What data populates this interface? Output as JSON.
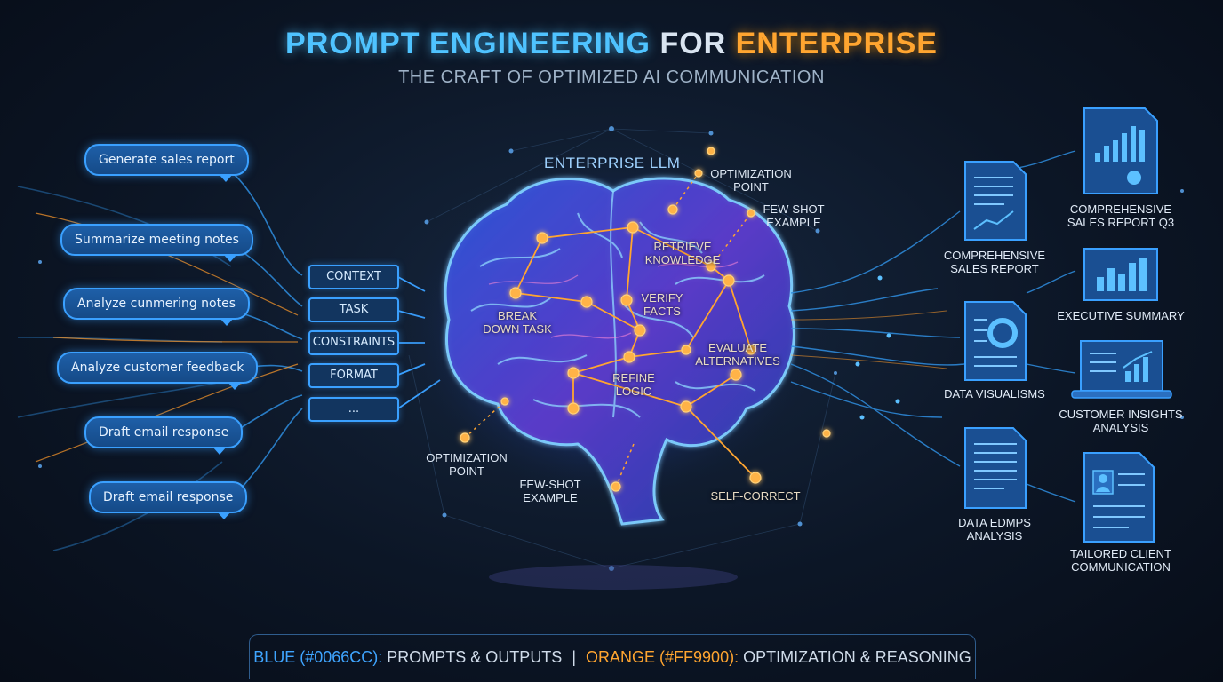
{
  "header": {
    "title_part1": "PROMPT ENGINEERING",
    "title_part2": "FOR",
    "title_part3": "ENTERPRISE",
    "subtitle": "THE CRAFT OF OPTIMIZED AI COMMUNICATION"
  },
  "prompts": [
    "Generate sales report",
    "Summarize meeting notes",
    "Analyze cunmering notes",
    "Analyze customer feedback",
    "Draft email response",
    "Draft email response"
  ],
  "prompt_structure": [
    "CONTEXT",
    "TASK",
    "CONSTRAINTS",
    "FORMAT",
    "..."
  ],
  "llm": {
    "label": "ENTERPRISE LLM",
    "reasoning_steps": {
      "break_down": "BREAK\nDOWN TASK",
      "retrieve": "RETRIEVE\nKNOWLEDGE",
      "verify": "VERIFY\nFACTS",
      "evaluate": "EVALUATE\nALTERNATIVES",
      "refine": "REFINE\nLOGIC",
      "self_correct": "SELF-CORRECT"
    },
    "optimization_labels": {
      "opt_top": "OPTIMIZATION\nPOINT",
      "fewshot_top": "FEW-SHOT\nEXAMPLE",
      "opt_bottom": "OPTIMIZATION\nPOINT",
      "fewshot_bottom": "FEW-SHOT\nEXAMPLE"
    }
  },
  "outputs": [
    {
      "label": "COMPREHENSIVE\nSALES REPORT Q3",
      "icon": "bar-chart-document-icon"
    },
    {
      "label": "COMPREHENSIVE\nSALES REPORT",
      "icon": "line-chart-document-icon"
    },
    {
      "label": "EXECUTIVE SUMMARY",
      "icon": "bar-chart-panel-icon"
    },
    {
      "label": "DATA VISUALISMS",
      "icon": "pie-chart-document-icon"
    },
    {
      "label": "CUSTOMER INSIGHTS\nANALYSIS",
      "icon": "laptop-chart-icon"
    },
    {
      "label": "DATA EDMPS\nANALYSIS",
      "icon": "text-document-icon"
    },
    {
      "label": "TAILORED CLIENT\nCOMMUNICATION",
      "icon": "profile-document-icon"
    }
  ],
  "legend": {
    "blue_key": "BLUE (#0066CC):",
    "blue_text": "PROMPTS & OUTPUTS",
    "separator": "|",
    "orange_key": "ORANGE (#FF9900):",
    "orange_text": "OPTIMIZATION & REASONING"
  },
  "colors": {
    "blue": "#0066CC",
    "orange": "#FF9900",
    "accent_blue": "#3AA0FF",
    "background": "#0C1626"
  }
}
